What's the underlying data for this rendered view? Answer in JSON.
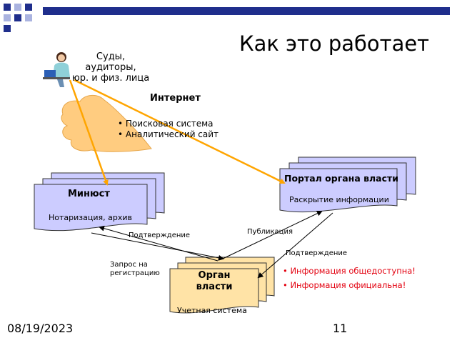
{
  "slide": {
    "title": "Как это работает",
    "date": "08/19/2023",
    "page_number": "11"
  },
  "actors": {
    "users_line1": "Суды,",
    "users_line2": "аудиторы,",
    "users_line3": "юр. и физ. лица"
  },
  "internet": {
    "label": "Интернет",
    "items": [
      "Поисковая система",
      "Аналитический сайт"
    ]
  },
  "minjust": {
    "title": "Минюст",
    "subtitle": "Нотаризация, архив"
  },
  "portal": {
    "title": "Портал органа власти",
    "subtitle": "Раскрытие информации"
  },
  "organ": {
    "title_line1": "Орган",
    "title_line2": "власти",
    "subtitle": "Учетная система"
  },
  "flows": {
    "confirm_left": "Подтверждение",
    "publication": "Публикация",
    "request_line1": "Запрос на",
    "request_line2": "регистрацию",
    "confirm_right": "Подтверждение"
  },
  "notes": {
    "items": [
      "Информация общедоступна!",
      "Информация официальна!"
    ]
  },
  "colors": {
    "topbar": "#1f2e8c",
    "doc_fill": "#ccccff",
    "organ_fill": "#ffe3a6",
    "cloud_fill": "#ffcc80",
    "arrow": "#ffa500",
    "red_text": "#e3000f"
  }
}
